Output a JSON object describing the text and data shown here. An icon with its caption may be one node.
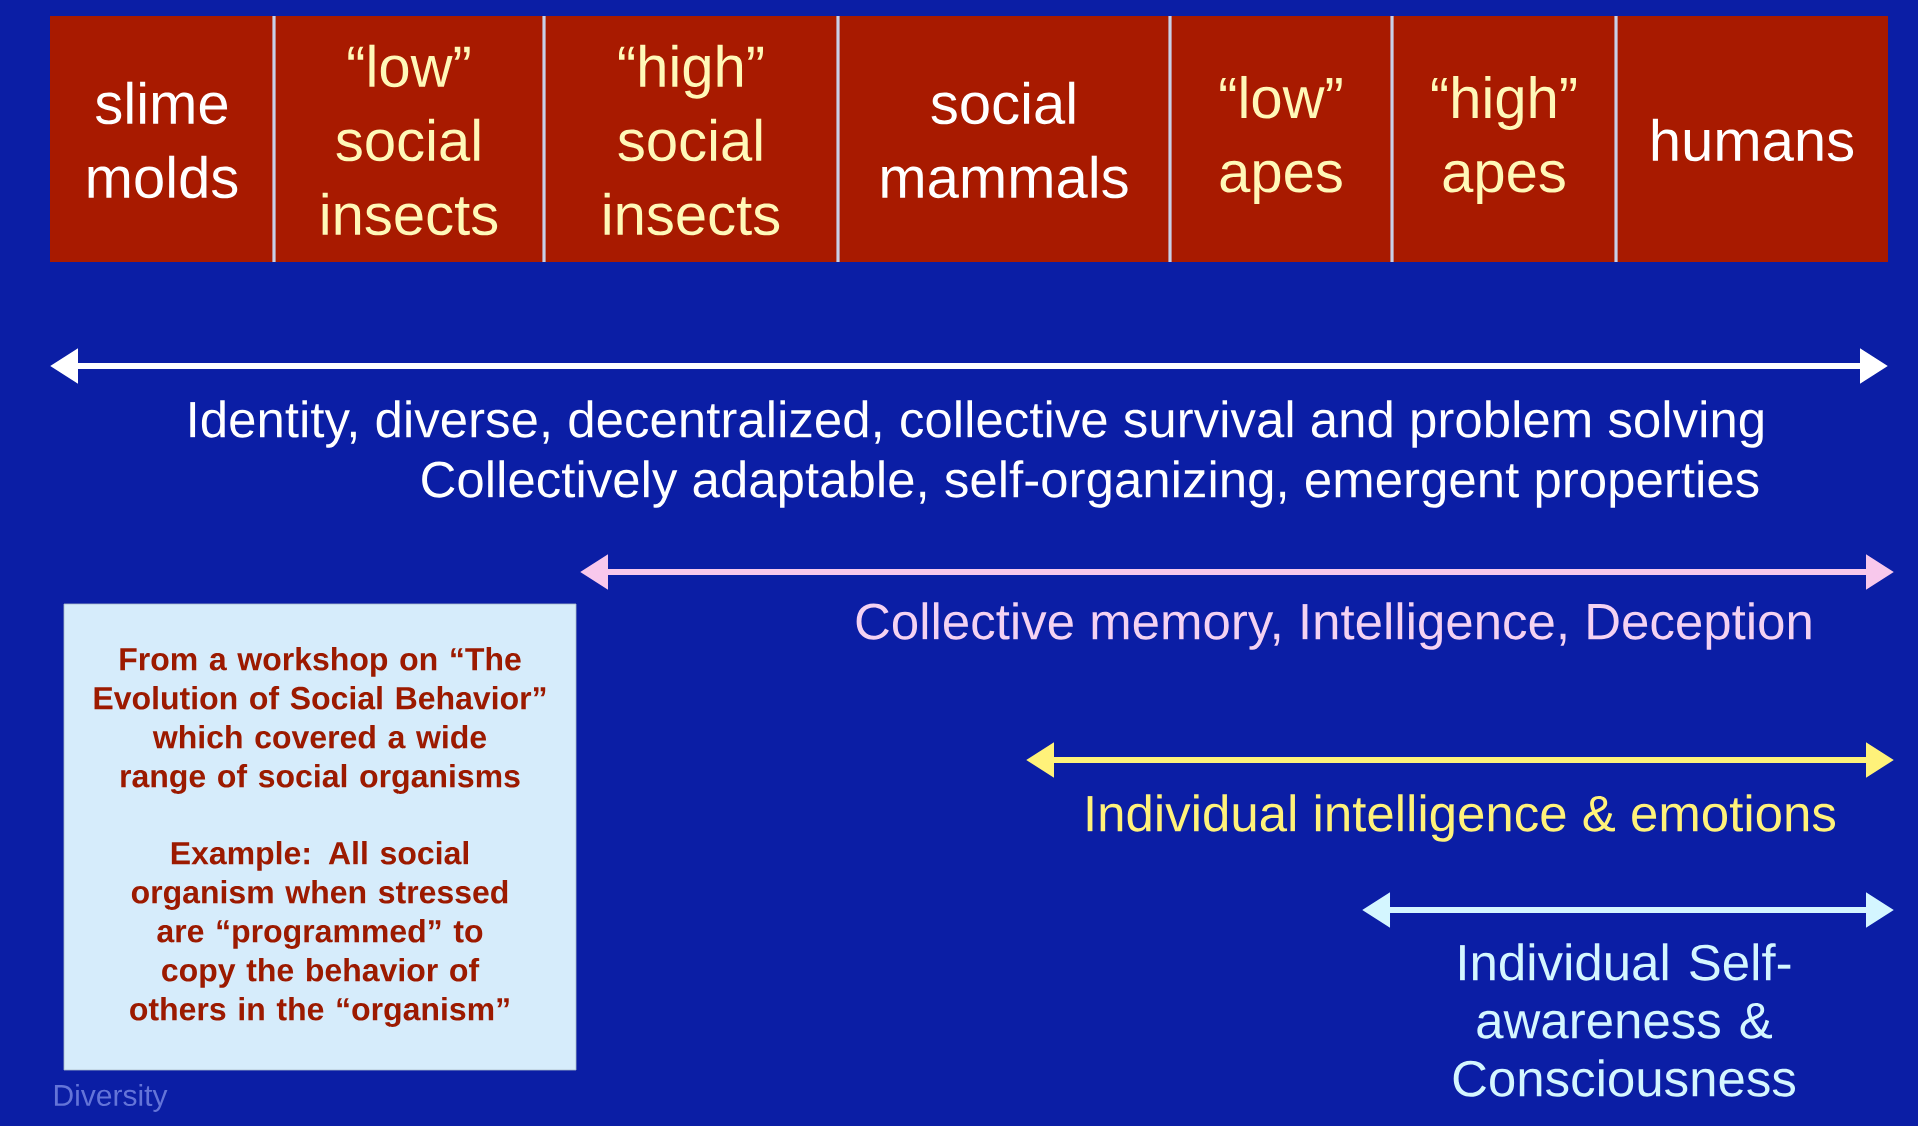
{
  "diagram": {
    "nodes": [
      {
        "text": [
          "slime molds"
        ]
      },
      {
        "text": [
          "“low” social insects"
        ]
      },
      {
        "text": [
          "“high” social insects"
        ]
      },
      {
        "text": [
          "social mammals"
        ]
      },
      {
        "text": [
          "“low” apes"
        ]
      },
      {
        "text": [
          "“high” apes"
        ]
      },
      {
        "text": [
          "humans"
        ]
      },
      {
        "text": [
          "From a workshop on “The Evolution of Social Behavior” which covered a wide range of social organisms",
          "Example: All social organism when stressed are “programmed” to copy the behavior of others in the “organism”"
        ]
      }
    ],
    "labels": [
      "Identity, diverse, decentralized, collective survival and problem solving",
      "Collectively adaptable, self-organizing, emergent properties",
      "Collective memory, Intelligence, Deception",
      "Individual intelligence & emotions",
      "Individual Self-awareness & Consciousness",
      "Diversity"
    ]
  }
}
